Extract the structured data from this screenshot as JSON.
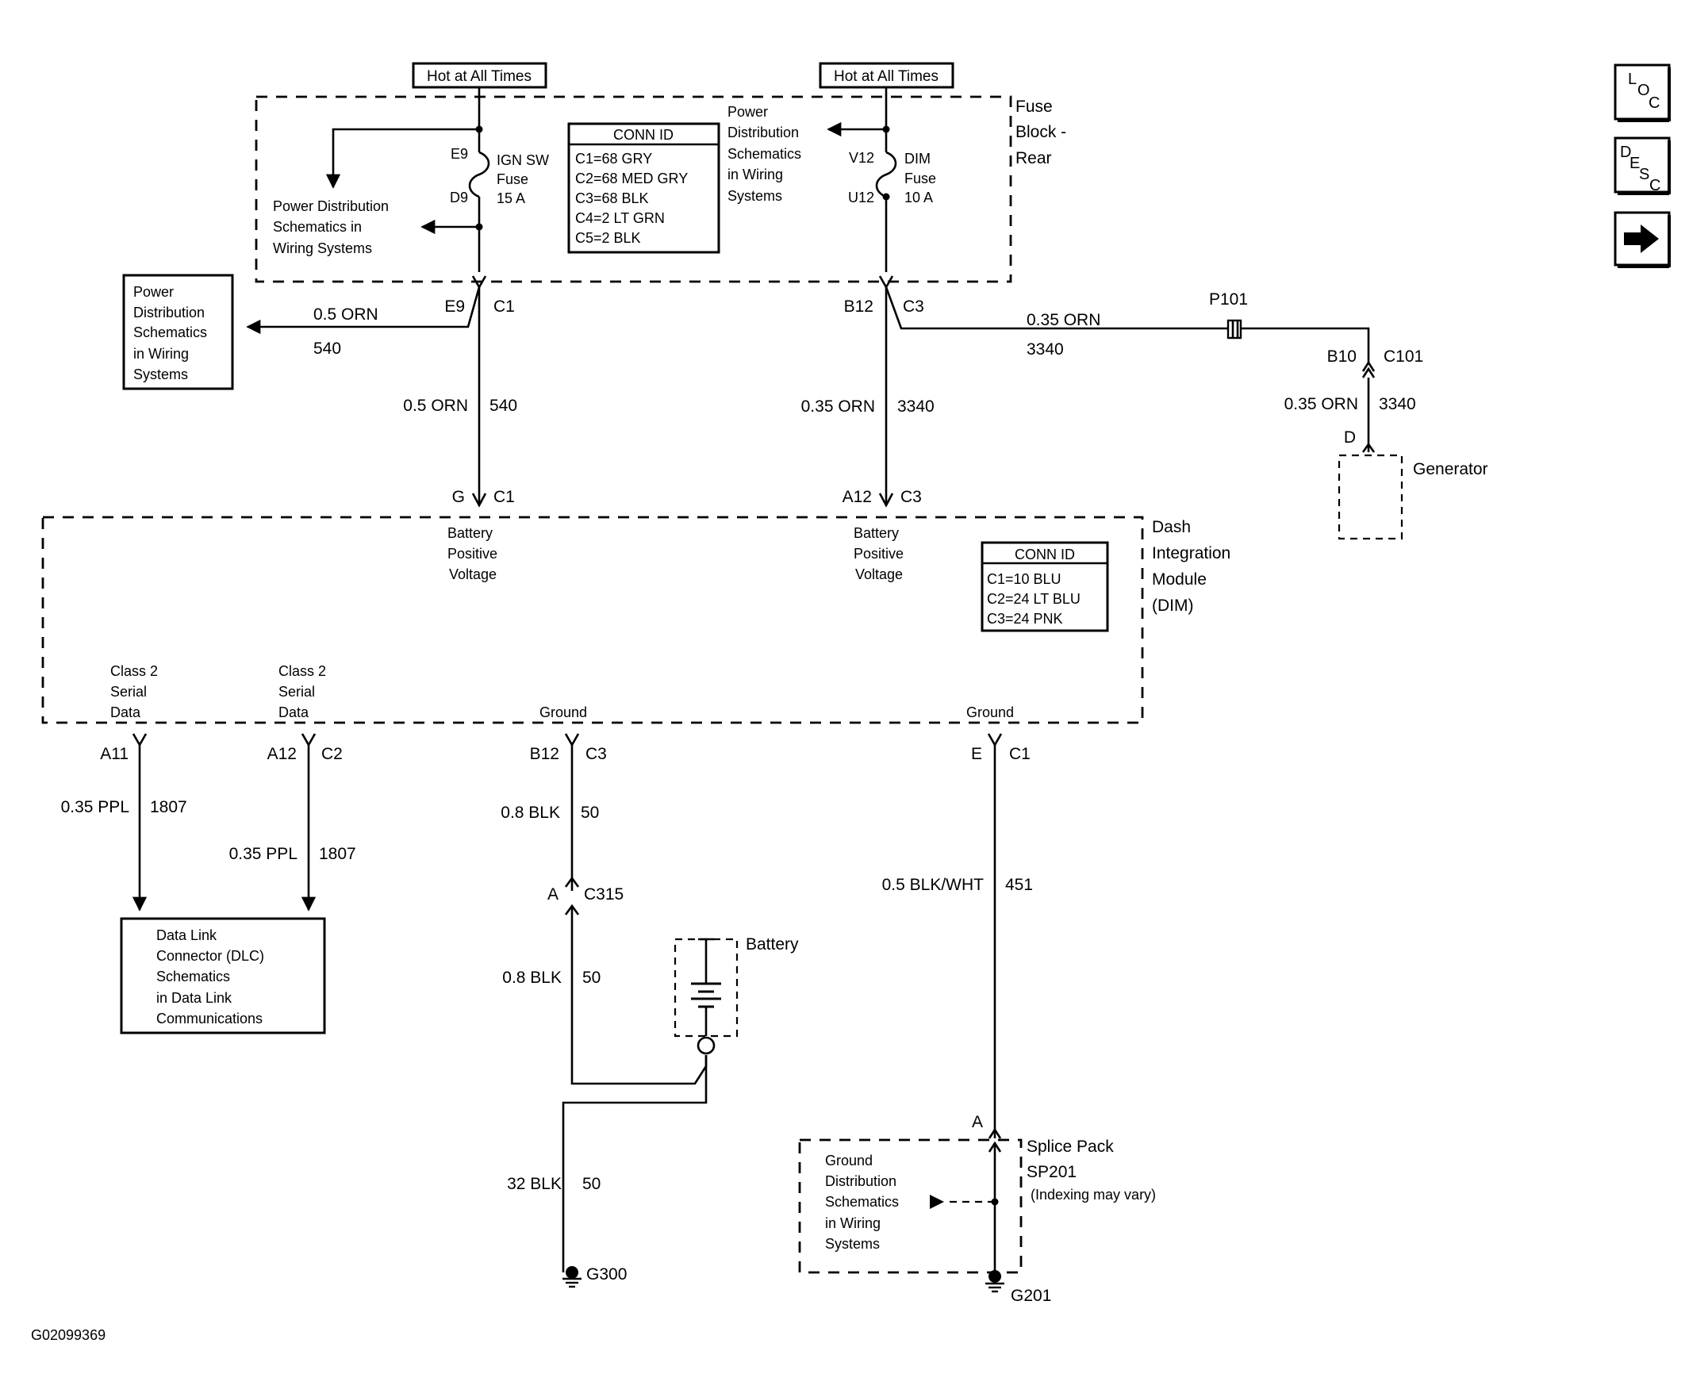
{
  "fuse_block": {
    "title": [
      "Fuse",
      "Block -",
      "Rear"
    ],
    "hot_left": "Hot at All Times",
    "hot_right": "Hot at All Times",
    "fuse_left": {
      "top_pin": "E9",
      "bottom_pin": "D9",
      "name": [
        "IGN SW",
        "Fuse",
        "15 A"
      ]
    },
    "fuse_right": {
      "top_pin": "V12",
      "bottom_pin": "U12",
      "name": [
        "DIM",
        "Fuse",
        "10 A"
      ]
    },
    "pd_left": [
      "Power Distribution",
      "Schematics in",
      "Wiring Systems"
    ],
    "pd_right": [
      "Power",
      "Distribution",
      "Schematics",
      "in Wiring",
      "Systems"
    ],
    "conn_id": {
      "title": "CONN ID",
      "rows": [
        "C1=68 GRY",
        "C2=68 MED GRY",
        "C3=68 BLK",
        "C4=2 LT GRN",
        "C5=2 BLK"
      ]
    }
  },
  "pd_box": [
    "Power",
    "Distribution",
    "Schematics",
    "in Wiring",
    "Systems"
  ],
  "connectors": {
    "e9_c1": {
      "pin": "E9",
      "conn": "C1"
    },
    "b12_c3_top": {
      "pin": "B12",
      "conn": "C3"
    },
    "p101": "P101",
    "b10_c101": {
      "pin": "B10",
      "conn": "C101"
    },
    "d": "D",
    "g_c1": {
      "pin": "G",
      "conn": "C1"
    },
    "a12_c3": {
      "pin": "A12",
      "conn": "C3"
    },
    "a11": "A11",
    "a12_c2": {
      "pin": "A12",
      "conn": "C2"
    },
    "b12_c3_bot": {
      "pin": "B12",
      "conn": "C3"
    },
    "e_c1": {
      "pin": "E",
      "conn": "C1"
    },
    "a_c315": {
      "pin": "A",
      "conn": "C315"
    },
    "a_sp": "A"
  },
  "wires": {
    "w540_h": {
      "gauge": "0.5 ORN",
      "circuit": "540"
    },
    "w540_v": {
      "gauge": "0.5 ORN",
      "circuit": "540"
    },
    "w3340_h": {
      "gauge": "0.35 ORN",
      "circuit": "3340"
    },
    "w3340_v": {
      "gauge": "0.35 ORN",
      "circuit": "3340"
    },
    "w3340_gen": {
      "gauge": "0.35 ORN",
      "circuit": "3340"
    },
    "w1807_a": {
      "gauge": "0.35 PPL",
      "circuit": "1807"
    },
    "w1807_b": {
      "gauge": "0.35 PPL",
      "circuit": "1807"
    },
    "w50_a": {
      "gauge": "0.8 BLK",
      "circuit": "50"
    },
    "w50_b": {
      "gauge": "0.8 BLK",
      "circuit": "50"
    },
    "w50_c": {
      "gauge": "32 BLK",
      "circuit": "50"
    },
    "w451": {
      "gauge": "0.5 BLK/WHT",
      "circuit": "451"
    }
  },
  "generator": "Generator",
  "dim": {
    "title": [
      "Dash",
      "Integration",
      "Module",
      "(DIM)"
    ],
    "bpv_left": [
      "Battery",
      "Positive",
      "Voltage"
    ],
    "bpv_right": [
      "Battery",
      "Positive",
      "Voltage"
    ],
    "class2_a": [
      "Class 2",
      "Serial",
      "Data"
    ],
    "class2_b": [
      "Class 2",
      "Serial",
      "Data"
    ],
    "ground_a": "Ground",
    "ground_b": "Ground",
    "conn_id": {
      "title": "CONN ID",
      "rows": [
        "C1=10 BLU",
        "C2=24 LT BLU",
        "C3=24 PNK"
      ]
    }
  },
  "dlc": [
    "Data Link",
    "Connector (DLC)",
    "Schematics",
    "in Data Link",
    "Communications"
  ],
  "battery": "Battery",
  "splice": {
    "title": [
      "Splice Pack",
      "SP201"
    ],
    "note": "(Indexing may vary)",
    "gd": [
      "Ground",
      "Distribution",
      "Schematics",
      "in Wiring",
      "Systems"
    ]
  },
  "grounds": {
    "g300": "G300",
    "g201": "G201"
  },
  "figure_id": "G02099369",
  "nav": {
    "loc": "LOC",
    "desc": "DESC",
    "next_icon": "arrow-right-icon"
  }
}
